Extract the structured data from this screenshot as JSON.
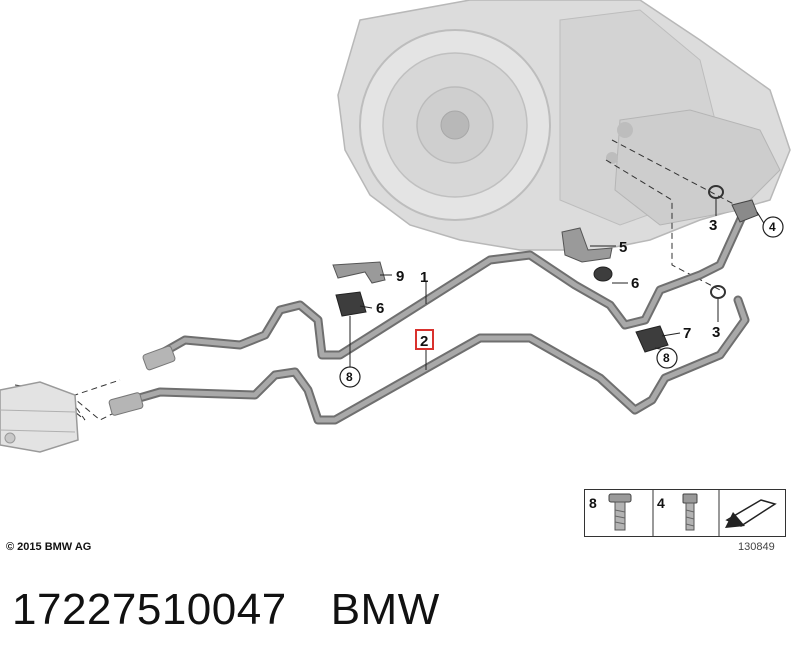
{
  "diagram": {
    "callouts": {
      "c1": "1",
      "c2": "2",
      "c3a": "3",
      "c3b": "3",
      "c4": "4",
      "c5": "5",
      "c6a": "6",
      "c6b": "6",
      "c7": "7",
      "c8a": "8",
      "c8b": "8",
      "c9": "9"
    },
    "highlight_color": "#d9322e",
    "legend": {
      "item_a": "8",
      "item_b": "4"
    }
  },
  "copyright": "© 2015 BMW AG",
  "reference_number": "130849",
  "footer": {
    "part_number": "17227510047",
    "brand": "BMW"
  }
}
